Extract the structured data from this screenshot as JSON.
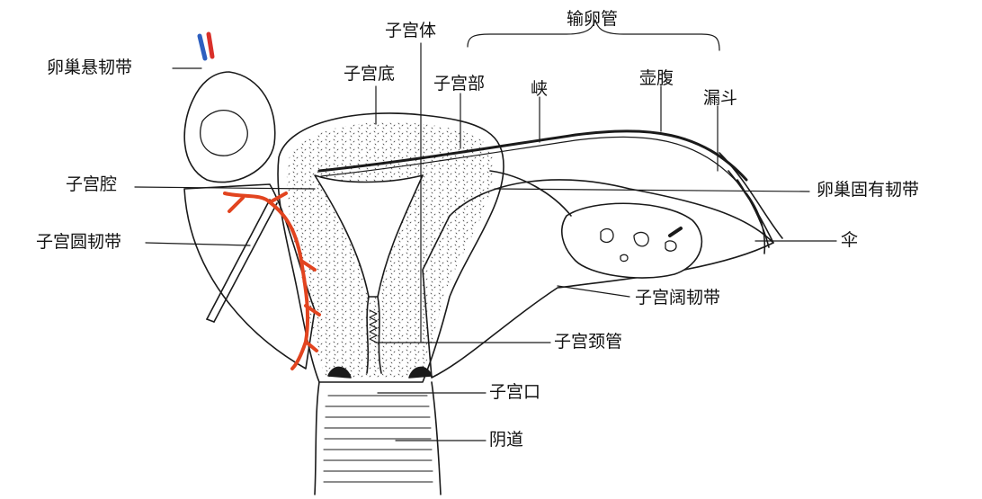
{
  "colors": {
    "ink": "#1a1a1a",
    "vessel": "#e2441f",
    "artery_blue": "#2d5fc0",
    "artery_red": "#d9302a",
    "background": "#ffffff"
  },
  "labels": {
    "ovarian_suspensory_ligament": "卵巢悬韧带",
    "uterine_fundus": "子宫底",
    "uterine_body": "子宫体",
    "fallopian_tube": "输卵管",
    "uterine_part": "子宫部",
    "isthmus": "峡",
    "ampulla": "壶腹",
    "infundibulum": "漏斗",
    "uterine_cavity": "子宫腔",
    "ovarian_ligament": "卵巢固有韧带",
    "round_ligament": "子宫圆韧带",
    "fimbria": "伞",
    "broad_ligament": "子宫阔韧带",
    "cervical_canal": "子宫颈管",
    "external_os": "子宫口",
    "vagina": "阴道"
  }
}
